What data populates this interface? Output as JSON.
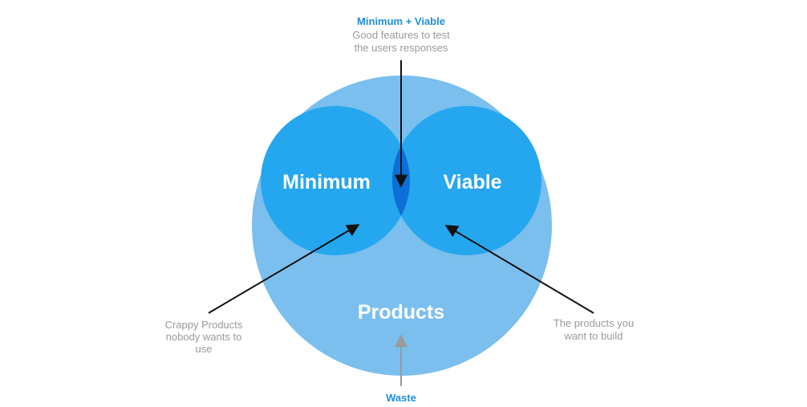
{
  "colors": {
    "products_circle": "#7bbfee",
    "minimum_circle": "#25a7ef",
    "viable_circle": "#25a7ef",
    "overlap": "#0b6fd6",
    "accent_text": "#1f8fd8",
    "muted_text": "#9a9a9a",
    "arrow_dark": "#111111",
    "arrow_grey": "#9a9a9a"
  },
  "circles": {
    "products": "Products",
    "minimum": "Minimum",
    "viable": "Viable"
  },
  "annotations": {
    "top": {
      "title": "Minimum + Viable",
      "line1": "Good features to test",
      "line2": "the users responses"
    },
    "left": {
      "line1": "Crappy Products",
      "line2": "nobody wants to",
      "line3": "use"
    },
    "right": {
      "line1": "The products you",
      "line2": "want to build"
    },
    "bottom": {
      "title": "Waste"
    }
  }
}
